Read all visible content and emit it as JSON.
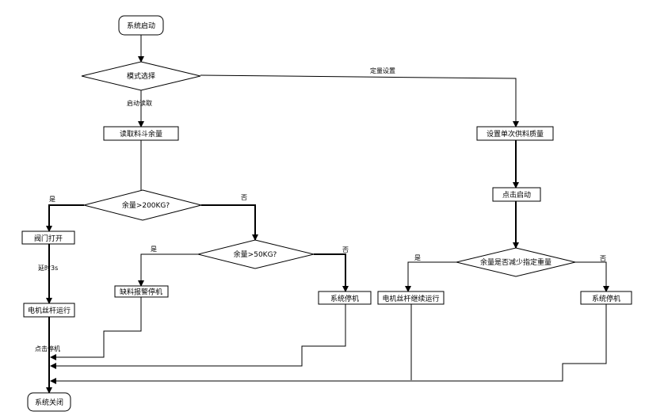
{
  "nodes": {
    "start": "系统启动",
    "mode_select": "模式选择",
    "read_hopper": "读取料斗余量",
    "check_200": "余量>200KG?",
    "valve_open": "阀门打开",
    "motor_run": "电机丝杆运行",
    "check_50": "余量>50KG?",
    "shortage_alarm": "缺料报警停机",
    "system_stop_mid": "系统停机",
    "set_quantity": "设置单次供料质量",
    "click_start": "点击启动",
    "check_reduce": "余量是否减少指定重量",
    "motor_continue": "电机丝杆继续运行",
    "system_stop_right": "系统停机",
    "system_close": "系统关闭"
  },
  "edge_labels": {
    "fixed_setting": "定量设置",
    "auto_read": "启动读取",
    "yes_200": "是",
    "no_200": "否",
    "delay": "延时3s",
    "click_stop": "点击停机",
    "yes_50": "是",
    "no_50": "否",
    "yes_reduce": "是",
    "no_reduce": "否"
  }
}
